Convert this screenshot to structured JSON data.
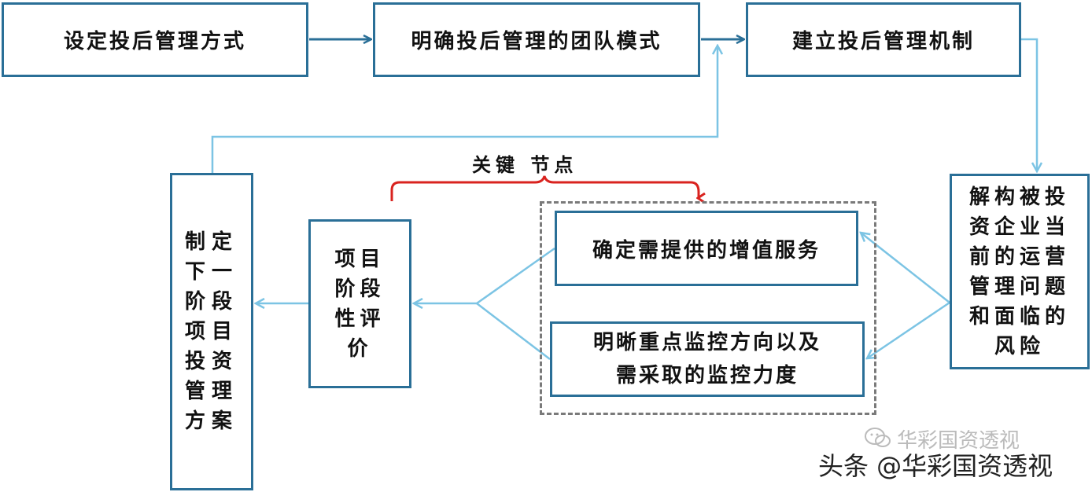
{
  "boxes": {
    "set_method": "设定投后管理方式",
    "team_mode": "明确投后管理的团队模式",
    "build_mechanism": "建立投后管理机制",
    "deconstruct": [
      "解构被投",
      "资企业当",
      "前的运营",
      "管理问题",
      "和面临的",
      "风险"
    ],
    "value_added": "确定需提供的增值服务",
    "monitor": [
      "明晰重点监控方向以及",
      "需采取的监控力度"
    ],
    "stage_eval": [
      "项目",
      "阶段",
      "性评",
      "价"
    ],
    "next_plan": [
      "制定",
      "下一",
      "阶段",
      "项目",
      "投资",
      "管理",
      "方案"
    ]
  },
  "key_nodes_label": "关键 节点",
  "watermark": {
    "main": "头条 @华彩国资透视",
    "faint": "华彩国资透视"
  },
  "colors": {
    "box_border": "#2a6f97",
    "arrow_dark": "#2a6f97",
    "arrow_light": "#7cc4e4",
    "brace": "#d9231f",
    "dashed": "#7a7a7a"
  }
}
